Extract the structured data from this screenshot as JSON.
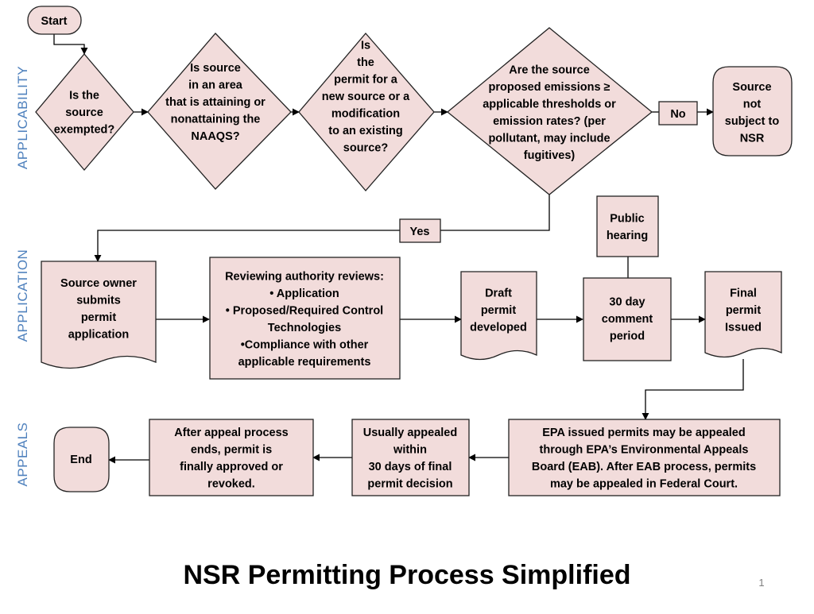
{
  "title": "NSR Permitting Process Simplified",
  "page_number": "1",
  "lanes": {
    "applicability": "APPLICABILITY",
    "application": "APPLICATION",
    "appeals": "APPEALS"
  },
  "nodes": {
    "start": [
      "Start"
    ],
    "exempted": [
      "Is the",
      "source",
      "exempted?"
    ],
    "attaining": [
      "Is source",
      "in an area",
      "that is attaining or",
      "nonattaining the",
      "NAAQS?"
    ],
    "new_or_mod": [
      "Is",
      "the",
      "permit for a",
      "new source or a",
      "modification",
      "to an existing",
      "source?"
    ],
    "thresholds": [
      "Are the source",
      "proposed emissions ≥",
      "applicable thresholds or",
      "emission rates? (per",
      "pollutant, may include",
      "fugitives)"
    ],
    "no": [
      "No"
    ],
    "not_subject": [
      "Source",
      "not",
      "subject to",
      "NSR"
    ],
    "yes": [
      "Yes"
    ],
    "public_hearing": [
      "Public",
      "hearing"
    ],
    "owner_submits": [
      "Source owner",
      "submits",
      "permit",
      "application"
    ],
    "reviewing": [
      "Reviewing authority reviews:",
      "• Application",
      "• Proposed/Required Control",
      "Technologies",
      "•Compliance with other",
      "applicable requirements"
    ],
    "draft": [
      "Draft",
      "permit",
      "developed"
    ],
    "comment": [
      "30 day",
      "comment",
      "period"
    ],
    "final": [
      "Final",
      "permit",
      "Issued"
    ],
    "epa_appeal": [
      "EPA issued permits may be appealed",
      "through EPA’s Environmental Appeals",
      "Board (EAB).  After EAB process, permits",
      "may be appealed in Federal Court."
    ],
    "usually": [
      "Usually appealed",
      "within",
      "30 days  of final",
      "permit decision"
    ],
    "after_appeal": [
      "After appeal process",
      "ends, permit is",
      "finally approved or",
      "revoked."
    ],
    "end": [
      "End"
    ]
  },
  "colors": {
    "fill": "#f2dcdb",
    "stroke": "#222222",
    "lane_label": "#4f81bd",
    "text": "#000000"
  }
}
